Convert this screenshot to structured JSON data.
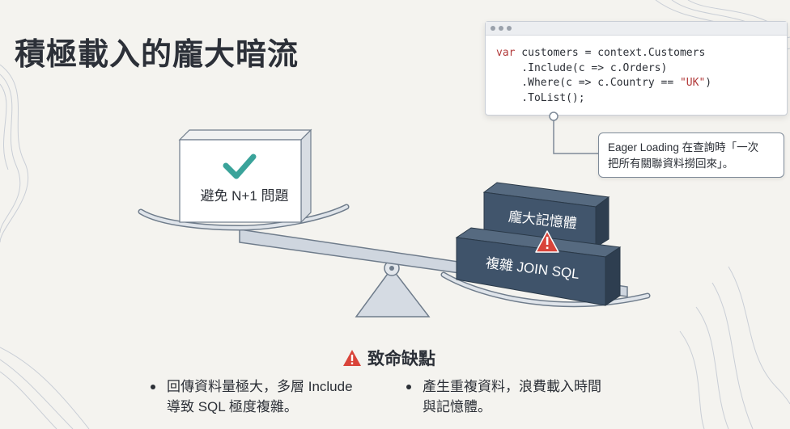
{
  "slide": {
    "title": "積極載入的龐大暗流"
  },
  "code": {
    "lines": [
      {
        "keyword": "var",
        "rest": " customers = context.Customers"
      },
      {
        "text": "    .Include(c => c.Orders)"
      },
      {
        "text_before": "    .Where(c => c.Country == ",
        "string": "\"UK\"",
        "text_after": ")"
      },
      {
        "text": "    .ToList();"
      }
    ]
  },
  "callout": {
    "line1": "Eager Loading 在查詢時「一次",
    "line2": "把所有關聯資料撈回來」。"
  },
  "scale": {
    "light_box_label": "避免 N+1 問題",
    "heavy_block_top": "龐大記憶體",
    "heavy_block_bottom": "複雜 JOIN SQL"
  },
  "drawbacks": {
    "heading": "致命缺點",
    "left": [
      "回傳資料量極大，多層 Include",
      "導致 SQL 極度複雜。"
    ],
    "right": [
      "產生重複資料，浪費載入時間",
      "與記憶體。"
    ]
  },
  "colors": {
    "check": "#3aa39a",
    "warning": "#d9443a",
    "block": "#3f536a",
    "block_dark": "#2e3e50",
    "beam": "#c9d1dc"
  }
}
